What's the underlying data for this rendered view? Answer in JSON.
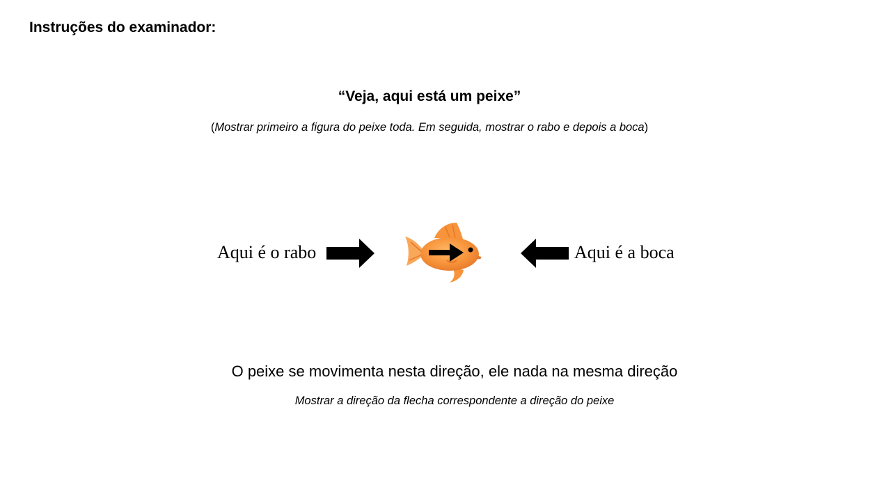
{
  "heading": "Instruções do examinador:",
  "quote": "“Veja, aqui está um peixe”",
  "instruction_1": {
    "open_paren": "(",
    "text": "Mostrar primeiro a figura do peixe toda. Em seguida, mostrar o rabo e depois a boca",
    "close_paren": ")"
  },
  "diagram": {
    "tail_label": "Aqui é o rabo",
    "mouth_label": "Aqui é a boca",
    "fish_icon": "goldfish-icon",
    "arrow_icons": [
      "arrow-right-icon",
      "arrow-left-icon",
      "fish-direction-arrow-icon"
    ],
    "colors": {
      "fish_body": "#f7933a",
      "fish_fin": "#f9a85a",
      "arrow": "#000000"
    }
  },
  "movement_text": "O peixe se movimenta nesta direção, ele nada na mesma direção",
  "instruction_2": "Mostrar a direção da flecha correspondente a direção do peixe"
}
